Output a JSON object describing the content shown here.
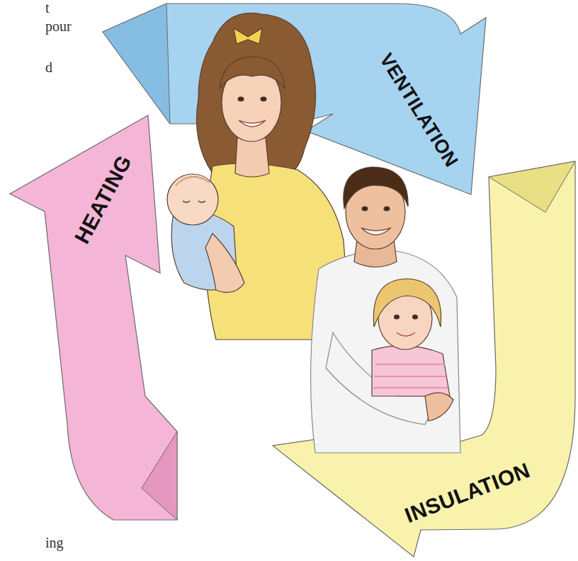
{
  "diagram": {
    "nodes": [
      {
        "text": [
          "VENTILATION"
        ]
      },
      {
        "text": [
          "HEATING"
        ]
      },
      {
        "text": [
          "INSULATION"
        ]
      }
    ],
    "labels": [
      "t",
      "pour",
      "d",
      "ing"
    ]
  }
}
